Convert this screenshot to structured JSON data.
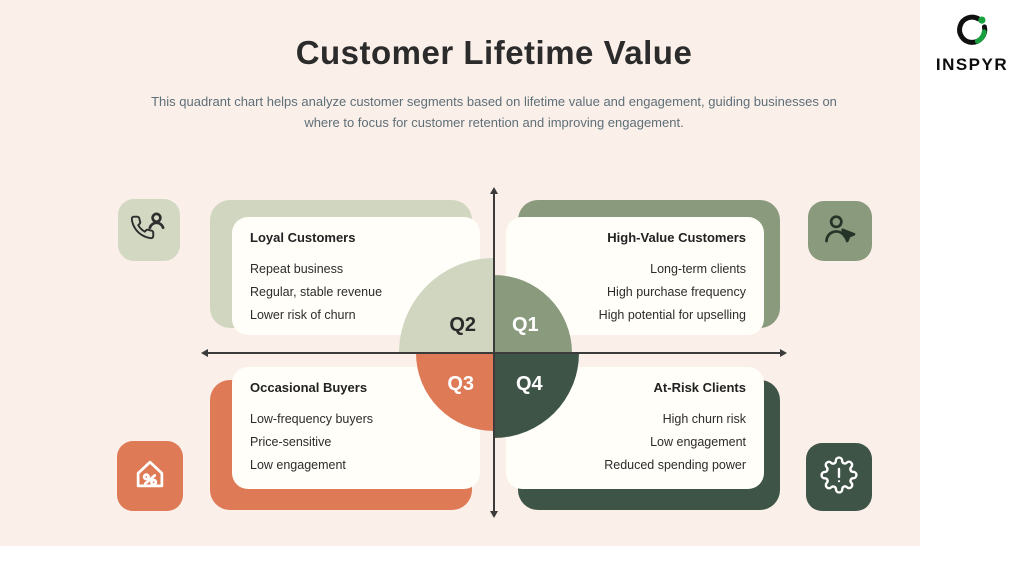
{
  "page": {
    "title": "Customer Lifetime Value",
    "subtitle_lines": [
      "This quadrant chart helps analyze customer segments based on lifetime value and engagement, guiding businesses on",
      "where to focus for customer retention and improving engagement."
    ]
  },
  "logo": {
    "text": "INSPYR"
  },
  "quadrants": [
    {
      "label": "Q2",
      "position": "top-left",
      "title": "Loyal Customers",
      "items": [
        "Repeat business",
        "Regular, stable revenue",
        "Lower risk of churn"
      ],
      "color": "#d1d6c0"
    },
    {
      "label": "Q1",
      "position": "top-right",
      "title": "High-Value Customers",
      "items": [
        "Long-term clients",
        "High purchase frequency",
        "High potential for upselling"
      ],
      "color": "#8a9a7c"
    },
    {
      "label": "Q3",
      "position": "bottom-left",
      "title": "Occasional Buyers",
      "items": [
        "Low-frequency buyers",
        "Price-sensitive",
        "Low engagement"
      ],
      "color": "#df7a57"
    },
    {
      "label": "Q4",
      "position": "bottom-right",
      "title": "At-Risk Clients",
      "items": [
        "High churn risk",
        "Low engagement",
        "Reduced spending power"
      ],
      "color": "#3d5447"
    }
  ],
  "icons": [
    {
      "name": "phone-contact-icon",
      "meaning": "loyal customer contact"
    },
    {
      "name": "customer-engagement-icon",
      "meaning": "high-value customer selection"
    },
    {
      "name": "house-discount-icon",
      "meaning": "price-sensitive occasional buyers"
    },
    {
      "name": "gear-alert-icon",
      "meaning": "at-risk clients warning"
    }
  ],
  "colors": {
    "panel_background": "#faefe9",
    "light_sage": "#d1d6c0",
    "sage": "#8a9a7c",
    "orange": "#df7a57",
    "dark_green": "#3d5447",
    "axis": "#3b3b3b",
    "card_background": "#fffef9",
    "title_text": "#2b2b2b",
    "subtitle_text": "#5e6f78",
    "logo_green": "#18a23f"
  }
}
